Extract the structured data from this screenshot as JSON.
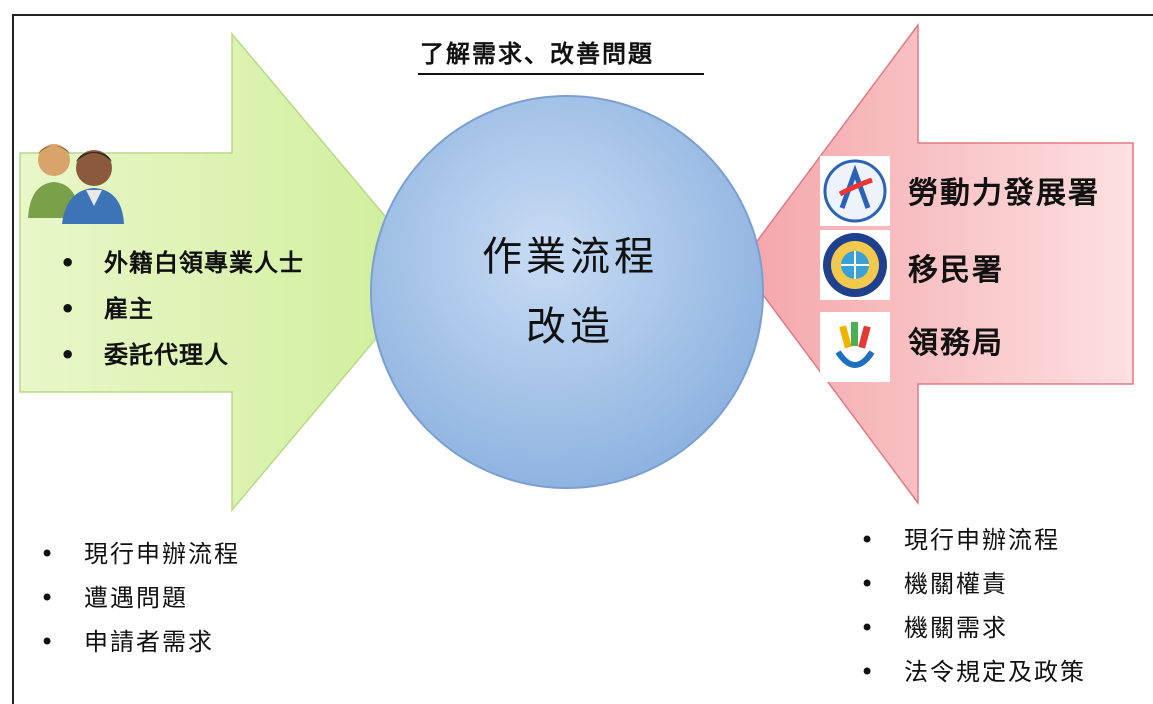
{
  "title": "了解需求、改善問題",
  "center": {
    "line1": "作業流程",
    "line2": "改造"
  },
  "left_arrow": {
    "icon": "people-icon",
    "items": [
      "外籍白領專業人士",
      "雇主",
      "委託代理人"
    ]
  },
  "right_arrow": {
    "agencies": [
      {
        "name": "勞動力發展署",
        "logo": "wda-logo"
      },
      {
        "name": "移民署",
        "logo": "immigration-logo"
      },
      {
        "name": "領務局",
        "logo": "consular-logo"
      }
    ]
  },
  "bottom_left": [
    "現行申辦流程",
    "遭遇問題",
    "申請者需求"
  ],
  "bottom_right": [
    "現行申辦流程",
    "機關權責",
    "機關需求",
    "法令規定及政策"
  ],
  "colors": {
    "left_arrow": "#d8f0a8",
    "right_arrow": "#f7b8bc",
    "circle": "#a9c7ea"
  }
}
